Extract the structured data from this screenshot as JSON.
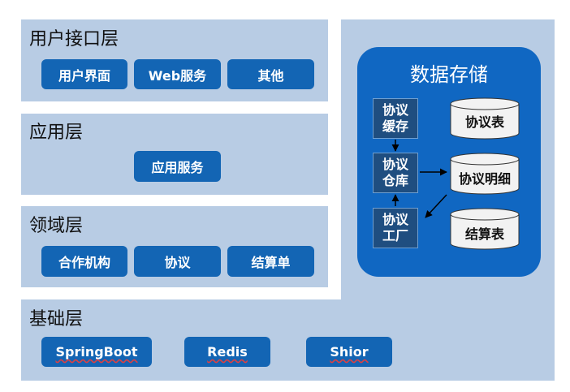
{
  "layers": {
    "ui": {
      "title": "用户接口层",
      "items": [
        "用户界面",
        "Web服务",
        "其他"
      ]
    },
    "app": {
      "title": "应用层",
      "items": [
        "应用服务"
      ]
    },
    "domain": {
      "title": "领域层",
      "items": [
        "合作机构",
        "协议",
        "结算单"
      ]
    },
    "base": {
      "title": "基础层",
      "items": [
        "SpringBoot",
        "Redis",
        "Shior"
      ]
    }
  },
  "storage": {
    "title": "数据存储",
    "boxes": [
      {
        "line1": "协议",
        "line2": "缓存"
      },
      {
        "line1": "协议",
        "line2": "仓库"
      },
      {
        "line1": "协议",
        "line2": "工厂"
      }
    ],
    "tables": [
      "协议表",
      "协议明细",
      "结算表"
    ]
  },
  "colors": {
    "panel": "#b8cce4",
    "button": "#1365b4",
    "storage": "#1067c2",
    "storage_box": "#1f4e80",
    "cylinder": "#f2f2f2"
  }
}
